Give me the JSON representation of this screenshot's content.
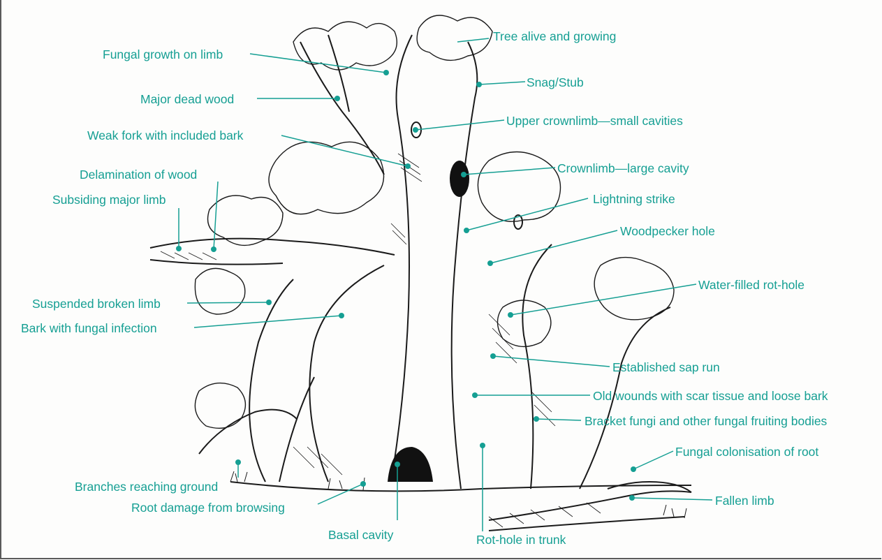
{
  "colors": {
    "accent": "#159f93",
    "ink": "#1a1a1a"
  },
  "labels": {
    "tree_alive": "Tree alive and growing",
    "fungal_growth_limb": "Fungal growth on limb",
    "snag_stub": "Snag/Stub",
    "major_dead_wood": "Major dead wood",
    "upper_crownlimb": "Upper crownlimb—small cavities",
    "weak_fork": "Weak fork with included bark",
    "crownlimb_large": "Crownlimb—large cavity",
    "delamination": "Delamination of wood",
    "lightning": "Lightning strike",
    "subsiding_limb": "Subsiding major limb",
    "woodpecker": "Woodpecker hole",
    "water_rot_hole": "Water-filled rot-hole",
    "suspended_limb": "Suspended broken limb",
    "bark_fungal": "Bark with fungal infection",
    "sap_run": "Established sap run",
    "old_wounds": "Old wounds with scar tissue and loose bark",
    "bracket_fungi": "Bracket fungi and other fungal fruiting bodies",
    "fungal_root": "Fungal colonisation of root",
    "branches_ground": "Branches reaching ground",
    "root_damage": "Root damage from browsing",
    "fallen_limb": "Fallen limb",
    "basal_cavity": "Basal cavity",
    "rot_hole_trunk": "Rot-hole in trunk"
  }
}
